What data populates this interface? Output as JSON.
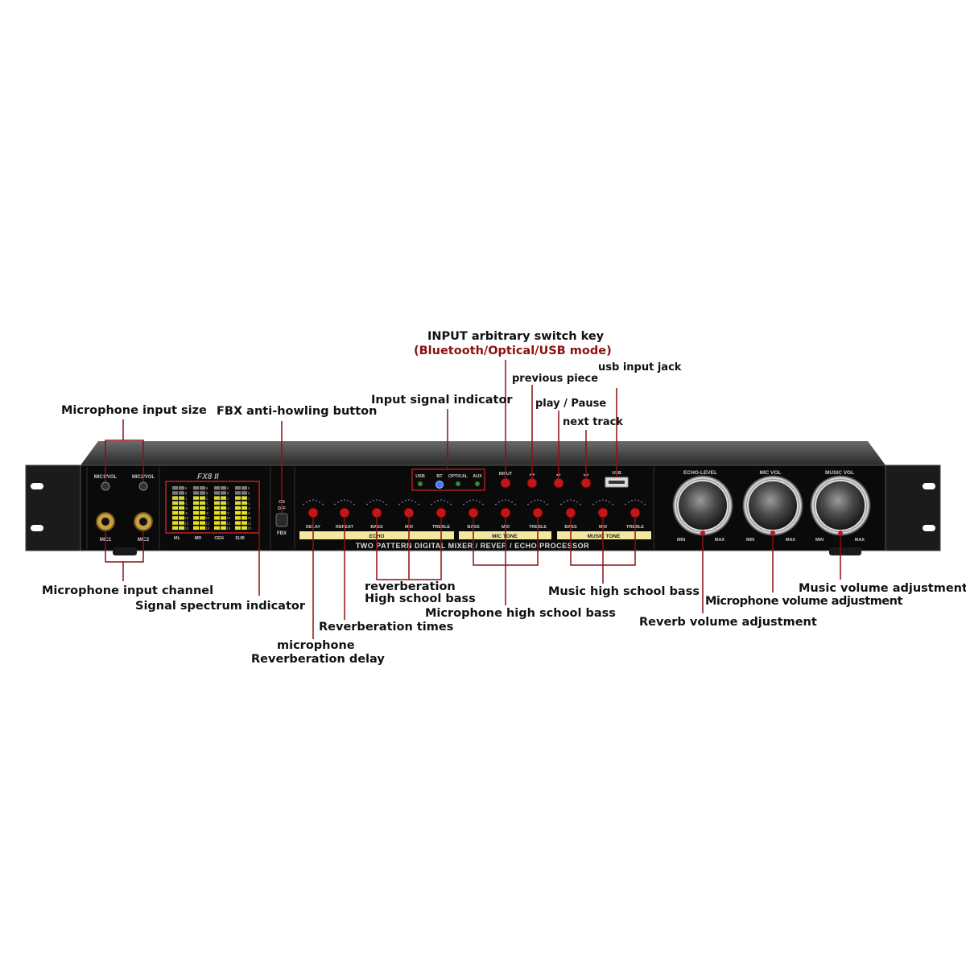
{
  "device": {
    "model_label": "FX8 II",
    "mic_vol_labels": [
      "MIC1/VOL",
      "MIC2/VOL"
    ],
    "mic_jack_labels": [
      "MIC1",
      "MIC2"
    ],
    "meter_labels": [
      "ML",
      "MR",
      "CEN",
      "SUB"
    ],
    "meter_scale": [
      "6",
      "3",
      "1",
      "-1",
      "-3",
      "-6",
      "-10",
      "-12",
      "-16"
    ],
    "fbx": {
      "on": "ON",
      "off": "OFF",
      "label": "FBX"
    },
    "source_indicators": [
      "USB",
      "BT",
      "OPTICAL",
      "AUX"
    ],
    "transport": {
      "input": "INPUT",
      "prev": "⏮",
      "play": "⏯",
      "next": "⏭",
      "usb": "USB"
    },
    "tone_knobs": [
      "DELAY",
      "REPEAT",
      "BASS",
      "MID",
      "TREBLE",
      "BASS",
      "MID",
      "TREBLE",
      "BASS",
      "MID",
      "TREBLE"
    ],
    "sections": {
      "echo": "ECHO",
      "mic_tone": "MIC TONE",
      "music_tone": "MUSIC TONE"
    },
    "processor_title": "TWO PATTERN DIGITAL MIXER / REVER / ECHO PROCESSOR",
    "big_knobs": [
      {
        "label": "ECHO-LEVEL",
        "min": "MIN",
        "max": "MAX"
      },
      {
        "label": "MIC VOL",
        "min": "MIN",
        "max": "MAX"
      },
      {
        "label": "MUSIC VOL",
        "min": "MIN",
        "max": "MAX"
      }
    ]
  },
  "callouts": {
    "input_switch": "INPUT arbitrary switch key",
    "input_modes": "(Bluetooth/Optical/USB mode)",
    "previous_piece": "previous piece",
    "usb_jack": "usb input jack",
    "input_signal": "Input signal indicator",
    "play_pause": "play / Pause",
    "next_track": "next track",
    "mic_input_size": "Microphone input size",
    "fbx": "FBX anti-howling button",
    "mic_channel": "Microphone input channel",
    "spectrum": "Signal spectrum indicator",
    "reverb_bass_1": "reverberation",
    "reverb_bass_2": "High school bass",
    "reverb_times": "Reverberation times",
    "mic_bass": "Microphone high school bass",
    "mic_delay_1": "microphone",
    "mic_delay_2": "Reverberation delay",
    "music_bass": "Music high school bass",
    "mic_volume": "Microphone volume adjustment",
    "music_volume": "Music volume adjustment",
    "reverb_volume": "Reverb volume adjustment"
  }
}
